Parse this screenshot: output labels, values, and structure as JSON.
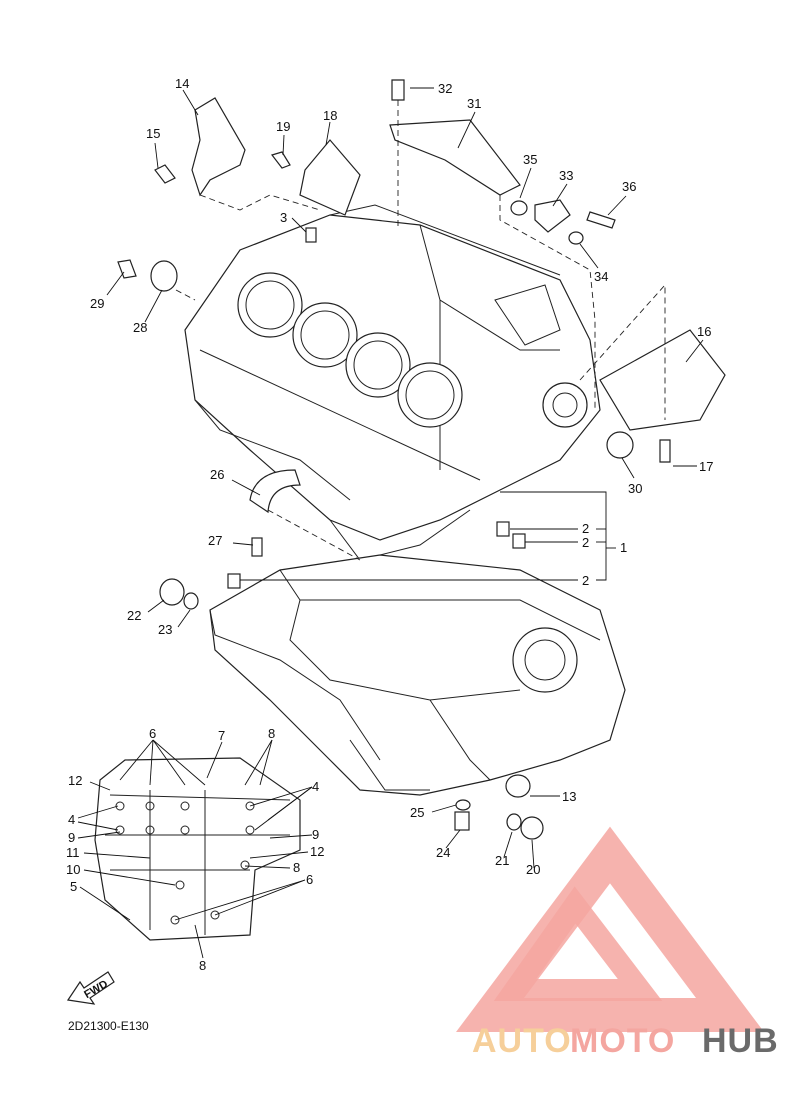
{
  "diagram_code": "2D21300-E130",
  "fwd_label": "FWD",
  "watermark": {
    "auto": "AUTO",
    "moto": "MOTO",
    "hub": "HUB",
    "auto_color": "#f6cf9a",
    "moto_color": "#f4a6a0",
    "hub_color": "#6a6a6a"
  },
  "callouts": {
    "c1": "1",
    "c2a": "2",
    "c2b": "2",
    "c2c": "2",
    "c3": "3",
    "c13": "13",
    "c14": "14",
    "c15": "15",
    "c16": "16",
    "c17": "17",
    "c18": "18",
    "c19": "19",
    "c20": "20",
    "c21": "21",
    "c22": "22",
    "c23": "23",
    "c24": "24",
    "c25": "25",
    "c26": "26",
    "c27": "27",
    "c28": "28",
    "c29": "29",
    "c30": "30",
    "c31": "31",
    "c32": "32",
    "c33": "33",
    "c34": "34",
    "c35": "35",
    "c36": "36"
  },
  "inset_callouts": {
    "i6a": "6",
    "i7": "7",
    "i8a": "8",
    "i12a": "12",
    "i4a": "4",
    "i4b": "4",
    "i9a": "9",
    "i9b": "9",
    "i11": "11",
    "i12b": "12",
    "i10": "10",
    "i8b": "8",
    "i6b": "6",
    "i5": "5",
    "i8c": "8"
  }
}
